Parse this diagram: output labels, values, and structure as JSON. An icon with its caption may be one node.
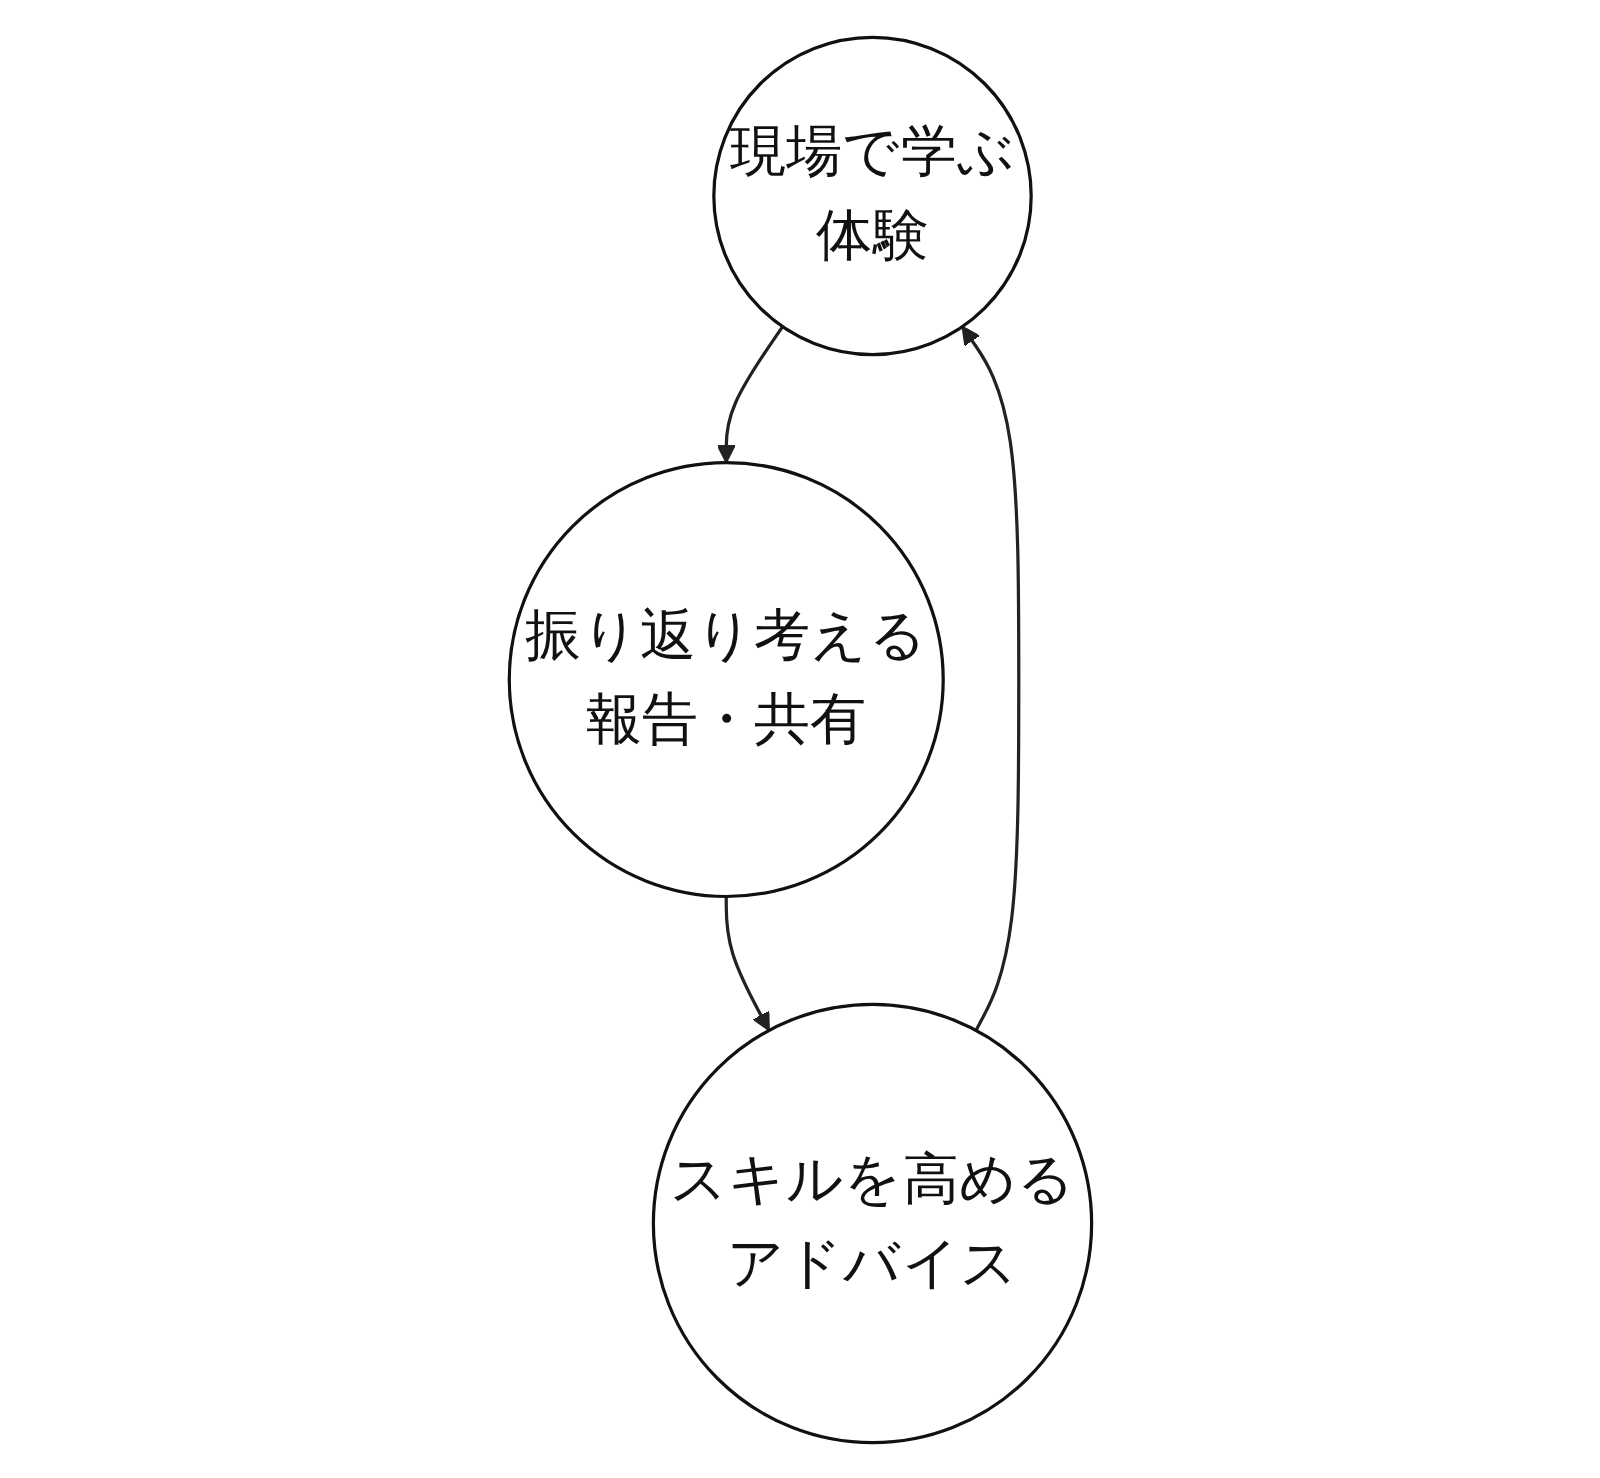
{
  "diagram": {
    "nodes": [
      {
        "text": [
          "現場で学ぶ",
          "体験"
        ]
      },
      {
        "text": [
          "スキルを高める",
          "アドバイス"
        ]
      },
      {
        "text": [
          "振り返り考える",
          "報告・共有"
        ]
      }
    ],
    "edges": [
      {
        "from": 0,
        "to": 2,
        "arrow": "to"
      },
      {
        "from": 2,
        "to": 1,
        "arrow": "to"
      },
      {
        "from": 1,
        "to": 0,
        "arrow": "to"
      }
    ]
  }
}
